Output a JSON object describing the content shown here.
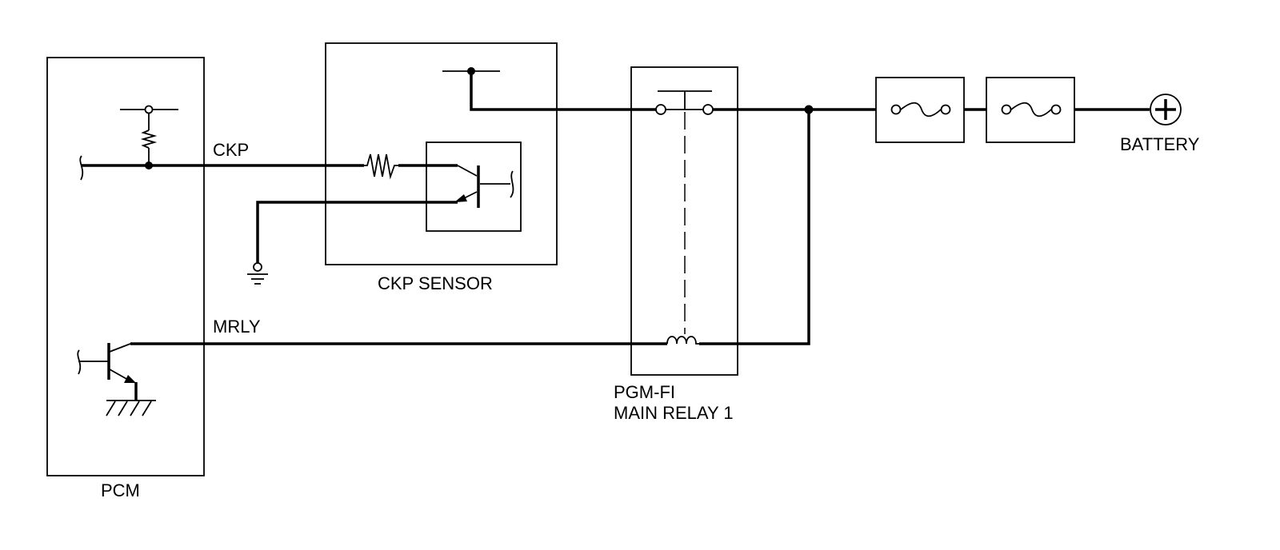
{
  "diagram": {
    "components": {
      "pcm": "PCM",
      "ckp_sensor": "CKP SENSOR",
      "main_relay_line1": "PGM-FI",
      "main_relay_line2": "MAIN RELAY 1",
      "battery": "BATTERY"
    },
    "signals": {
      "ckp": "CKP",
      "mrly": "MRLY"
    }
  }
}
